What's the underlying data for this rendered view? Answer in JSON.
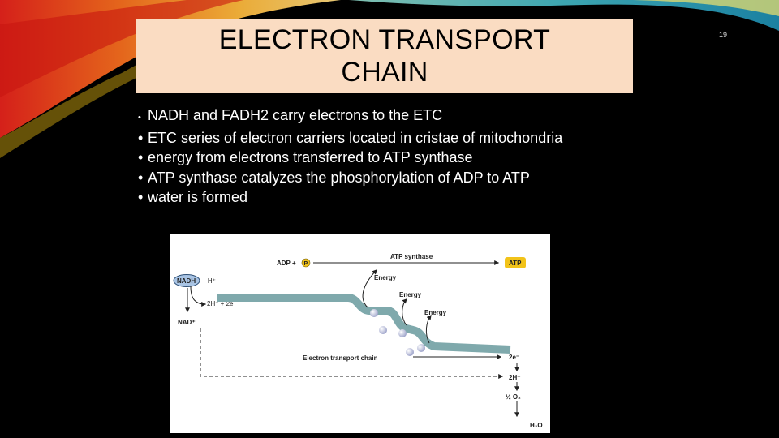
{
  "slide": {
    "title": "ELECTRON TRANSPORT CHAIN",
    "page_number": "19",
    "bullets": [
      "NADH and FADH2 carry electrons to the ETC",
      "ETC series of electron carriers located in cristae of mitochondria",
      "energy from electrons transferred to ATP synthase",
      "ATP synthase catalyzes the phosphorylation of ADP to ATP",
      "water is formed"
    ],
    "bullet_char": "•"
  },
  "diagram": {
    "adp": "ADP +",
    "p": "P",
    "atp_synthase": "ATP synthase",
    "atp": "ATP",
    "nadh": "NADH",
    "h_plus": "+ H⁺",
    "two_h_2e": "2H⁺ + 2e",
    "nad_plus": "NAD⁺",
    "energy_1": "Energy",
    "energy_2": "Energy",
    "energy_3": "Energy",
    "etc_label": "Electron transport chain",
    "two_e": "2e⁻",
    "two_h": "2H⁺",
    "half_o2": "½ O₂",
    "h2o": "H₂O"
  },
  "colors": {
    "title_bg": "#fadcc2",
    "chain": "#7fa9ac",
    "nadh_oval": "#a9c4e4",
    "atp_badge": "#f2c319"
  }
}
